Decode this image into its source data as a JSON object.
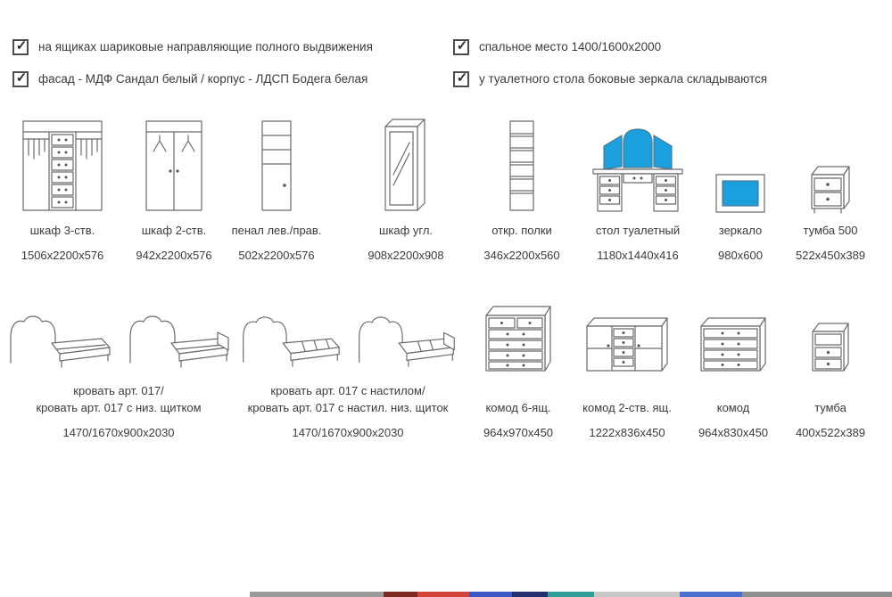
{
  "icons": {
    "check": "✓"
  },
  "colors": {
    "accent_blue": "#1b9fdd"
  },
  "features": {
    "left": [
      "на ящиках шариковые направляющие полного выдвижения",
      "фасад - МДФ Сандал белый / корпус - ЛДСП Бодега белая"
    ],
    "right": [
      "спальное место 1400/1600х2000",
      "у туалетного стола боковые зеркала складываются"
    ]
  },
  "row1": {
    "items": [
      {
        "name": "шкаф 3-ств.",
        "dims": "1506х2200х576"
      },
      {
        "name": "шкаф 2-ств.",
        "dims": "942х2200х576"
      },
      {
        "name": "пенал  лев./прав.",
        "dims": "502х2200х576"
      },
      {
        "name": "шкаф угл.",
        "dims": "908х2200х908"
      },
      {
        "name": "откр. полки",
        "dims": "346х2200х560"
      },
      {
        "name": "стол туалетный",
        "dims": "1180х1440х416"
      },
      {
        "name": "зеркало",
        "dims": "980х600"
      },
      {
        "name": "тумба 500",
        "dims": "522х450х389"
      }
    ]
  },
  "row2": {
    "items": [
      {
        "name1": "кровать арт. 017/",
        "name2": "кровать арт. 017 с низ. щитком",
        "dims": "1470/1670х900х2030"
      },
      {
        "name1": "кровать арт. 017 с настилом/",
        "name2": "кровать арт. 017 с настил. низ. щиток",
        "dims": "1470/1670х900х2030"
      },
      {
        "name": "комод 6-ящ.",
        "dims": "964х970х450"
      },
      {
        "name": "комод 2-ств. ящ.",
        "dims": "1222х836х450"
      },
      {
        "name": "комод",
        "dims": "964х830х450"
      },
      {
        "name": "тумба",
        "dims": "400х522х389"
      }
    ]
  },
  "bottom_strip": {
    "segments": [
      {
        "color": "#9a9a9a",
        "width": 150
      },
      {
        "color": "#7e2a22",
        "width": 38
      },
      {
        "color": "#cf4436",
        "width": 58
      },
      {
        "color": "#3a57c4",
        "width": 48
      },
      {
        "color": "#22306e",
        "width": 40
      },
      {
        "color": "#2f9e97",
        "width": 52
      },
      {
        "color": "#c9c9c9",
        "width": 96
      },
      {
        "color": "#4a6fd0",
        "width": 70
      },
      {
        "color": "#8f8f8f",
        "width": 168
      }
    ]
  }
}
